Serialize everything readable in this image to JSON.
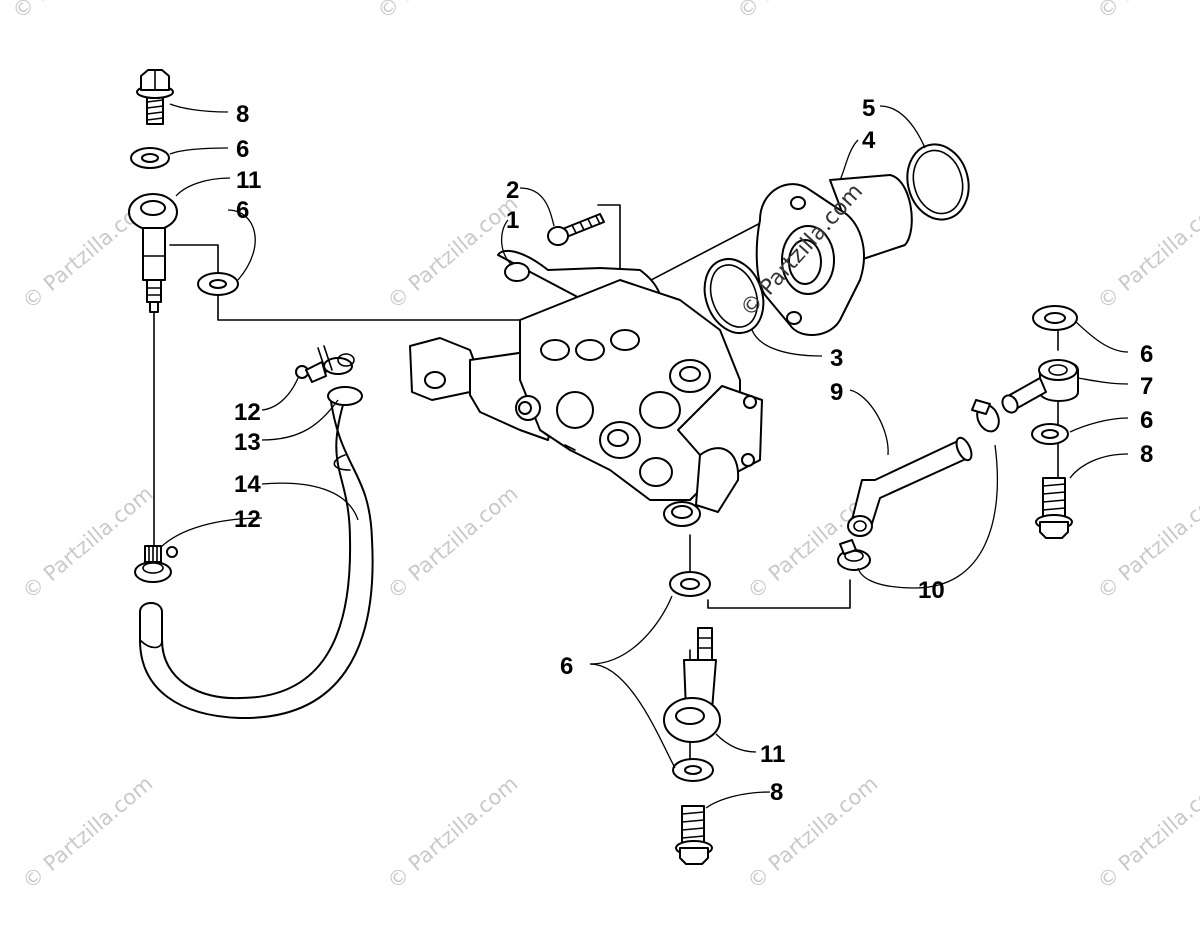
{
  "watermark": {
    "text": "© Partzilla.com"
  },
  "callouts": {
    "c1": "1",
    "c2": "2",
    "c3": "3",
    "c4": "4",
    "c5": "5",
    "c6a": "6",
    "c6b": "6",
    "c6c": "6",
    "c6d": "6",
    "c6e": "6",
    "c7": "7",
    "c8a": "8",
    "c8b": "8",
    "c8c": "8",
    "c9": "9",
    "c10": "10",
    "c11a": "11",
    "c11b": "11",
    "c12a": "12",
    "c12b": "12",
    "c13": "13",
    "c14": "14"
  }
}
